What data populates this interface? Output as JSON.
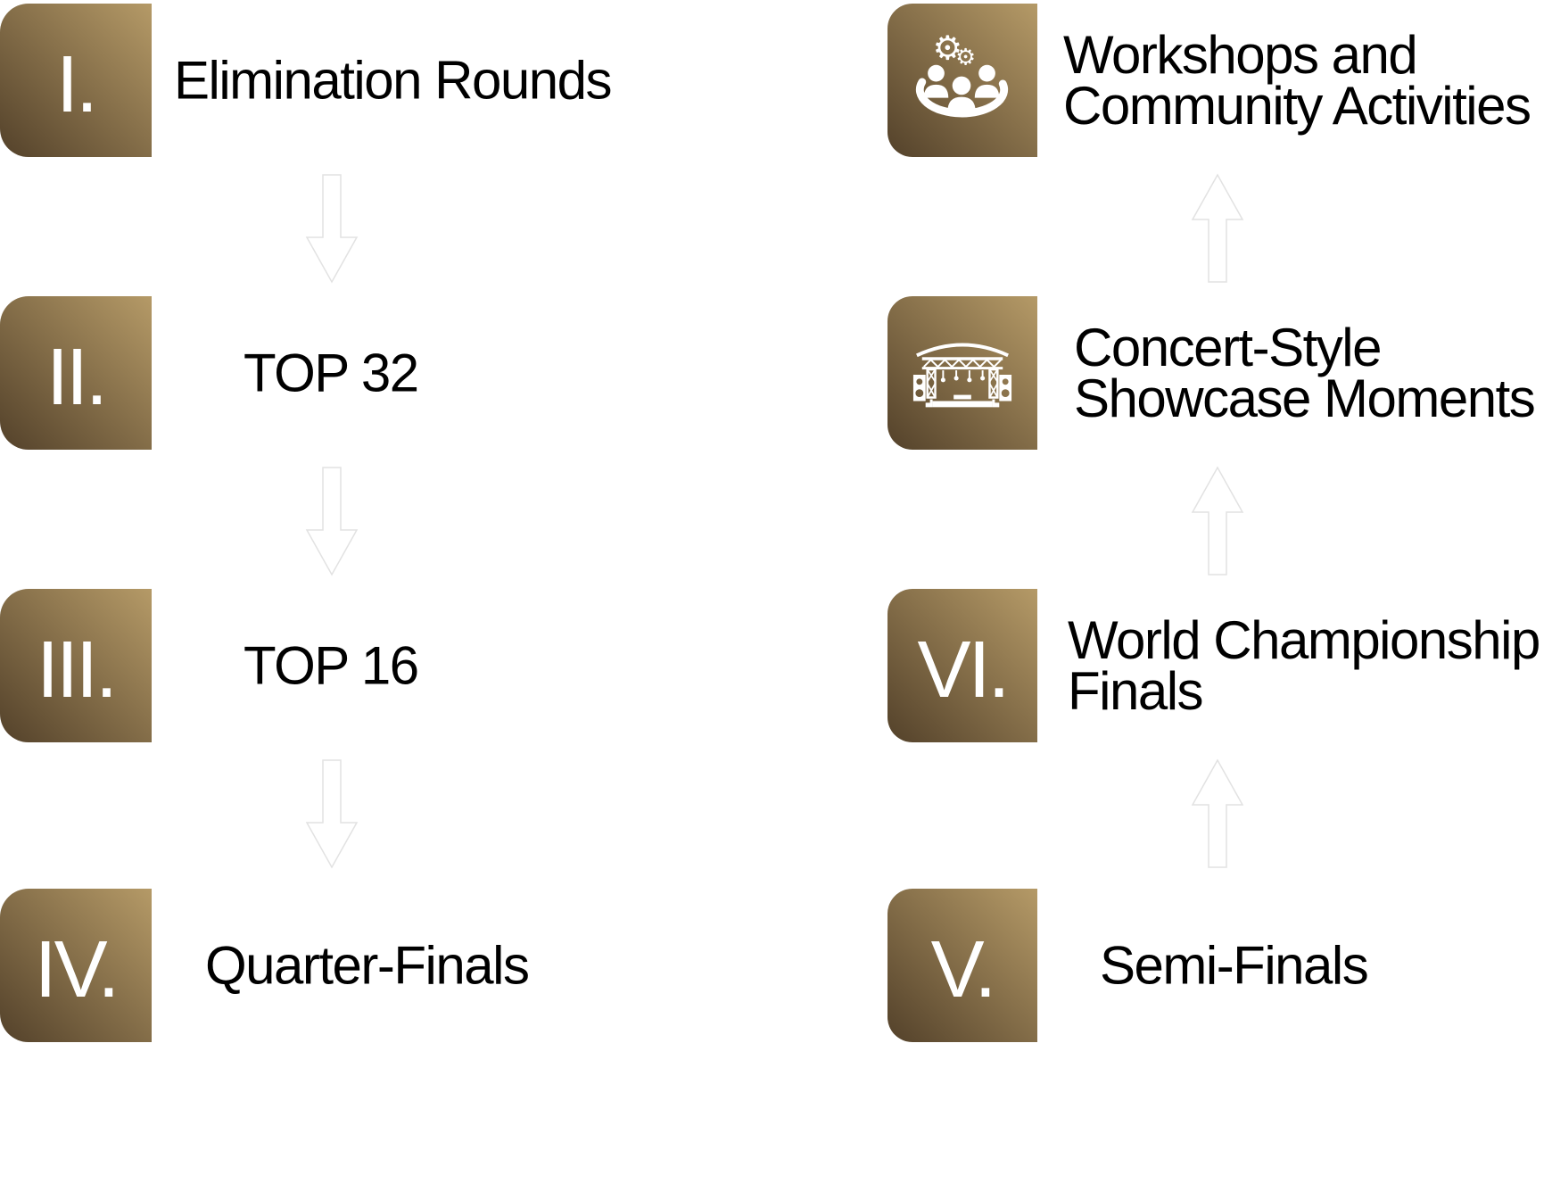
{
  "colors": {
    "background": "#ffffff",
    "box_gradient_dark": "#53412a",
    "box_gradient_light": "#b59a67",
    "numeral": "#ffffff",
    "text": "#000000",
    "arrow_fill": "#ffffff",
    "arrow_stroke": "#e2e2e2"
  },
  "diagram": {
    "type": "process-flow",
    "left_column": {
      "flow_direction": "down",
      "items": [
        {
          "numeral": "I.",
          "lines": [
            "Elimination Rounds"
          ]
        },
        {
          "numeral": "II.",
          "lines": [
            "TOP 32"
          ]
        },
        {
          "numeral": "III.",
          "lines": [
            "TOP 16"
          ]
        },
        {
          "numeral": "IV.",
          "lines": [
            "Quarter-Finals"
          ]
        }
      ]
    },
    "right_column": {
      "flow_direction": "up",
      "items": [
        {
          "icon": "community-icon",
          "lines": [
            "Workshops and",
            "Community Activities"
          ]
        },
        {
          "icon": "stage-icon",
          "lines": [
            "Concert-Style",
            "Showcase Moments"
          ]
        },
        {
          "numeral": "VI.",
          "lines": [
            "World Championship",
            "Finals"
          ]
        },
        {
          "numeral": "V.",
          "lines": [
            "Semi-Finals"
          ]
        }
      ]
    }
  }
}
